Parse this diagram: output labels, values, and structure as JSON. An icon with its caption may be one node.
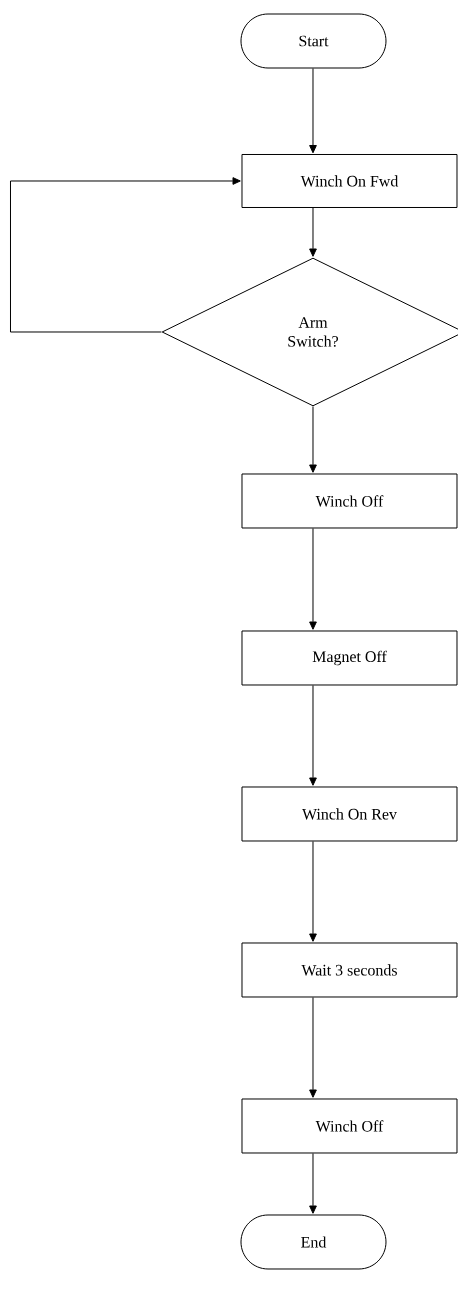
{
  "diagram": {
    "nodes": [
      {
        "text": [
          "Start"
        ]
      },
      {
        "text": [
          "Winch On Fwd"
        ]
      },
      {
        "text": [
          "Arm Switch?"
        ]
      },
      {
        "text": [
          "Winch Off"
        ]
      },
      {
        "text": [
          "Magnet Off"
        ]
      },
      {
        "text": [
          "Winch On Rev"
        ]
      },
      {
        "text": [
          "Wait 3 seconds"
        ]
      },
      {
        "text": [
          "Winch Off"
        ]
      },
      {
        "text": [
          "End"
        ]
      }
    ],
    "edges": [
      {
        "from": 0,
        "to": 1,
        "arrow": "to"
      },
      {
        "from": 1,
        "to": 2,
        "arrow": "to"
      },
      {
        "from": 2,
        "to": 1,
        "arrow": "to"
      },
      {
        "from": 2,
        "to": 3,
        "arrow": "to"
      },
      {
        "from": 3,
        "to": 4,
        "arrow": "to"
      },
      {
        "from": 4,
        "to": 5,
        "arrow": "to"
      },
      {
        "from": 5,
        "to": 6,
        "arrow": "to"
      },
      {
        "from": 6,
        "to": 7,
        "arrow": "to"
      },
      {
        "from": 7,
        "to": 8,
        "arrow": "to"
      }
    ]
  }
}
